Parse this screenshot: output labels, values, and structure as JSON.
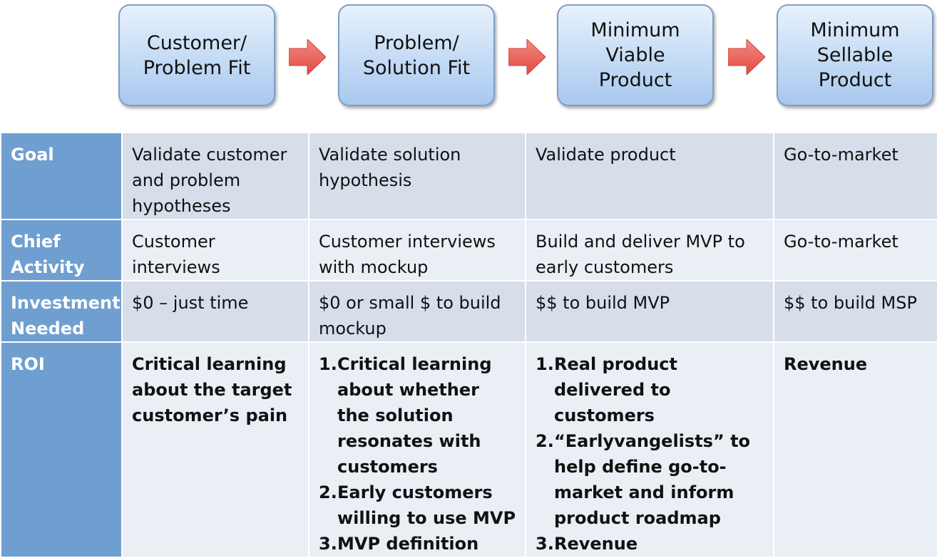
{
  "stages": [
    {
      "label": "Customer/\nProblem Fit"
    },
    {
      "label": "Problem/\nSolution Fit"
    },
    {
      "label": "Minimum\nViable\nProduct"
    },
    {
      "label": "Minimum\nSellable\nProduct"
    }
  ],
  "arrow_color": "#e8584f",
  "table": {
    "rows": [
      {
        "header": "Goal",
        "cells": [
          "Validate customer and problem hypotheses",
          "Validate solution hypothesis",
          "Validate product",
          "Go-to-market"
        ]
      },
      {
        "header": "Chief Activity",
        "cells": [
          "Customer interviews",
          "Customer interviews with mockup",
          "Build and deliver MVP to early customers",
          "Go-to-market"
        ]
      },
      {
        "header": "Investment Needed",
        "cells": [
          "$0 – just time",
          "$0 or small $ to build mockup",
          "$$ to build MVP",
          "$$ to build MSP"
        ]
      },
      {
        "header": "ROI",
        "cell1": "Critical learning about the target customer’s pain",
        "cell2": [
          {
            "num": "1.",
            "text": "Critical learning about whether the solution resonates with customers"
          },
          {
            "num": "2.",
            "text": "Early customers willing to use MVP"
          },
          {
            "num": "3.",
            "text": "MVP definition"
          }
        ],
        "cell3": [
          {
            "num": "1.",
            "text": "Real product delivered to customers"
          },
          {
            "num": "2.",
            "text": "“Earlyvangelists” to help define go-to-market and inform product roadmap"
          },
          {
            "num": "3.",
            "text": "Revenue"
          }
        ],
        "cell4": "Revenue"
      }
    ]
  },
  "colors": {
    "header_bg": "#6f9fd0",
    "row_dark": "#d6deea",
    "row_light": "#eaeef5",
    "stage_border": "#7d9fc6"
  }
}
